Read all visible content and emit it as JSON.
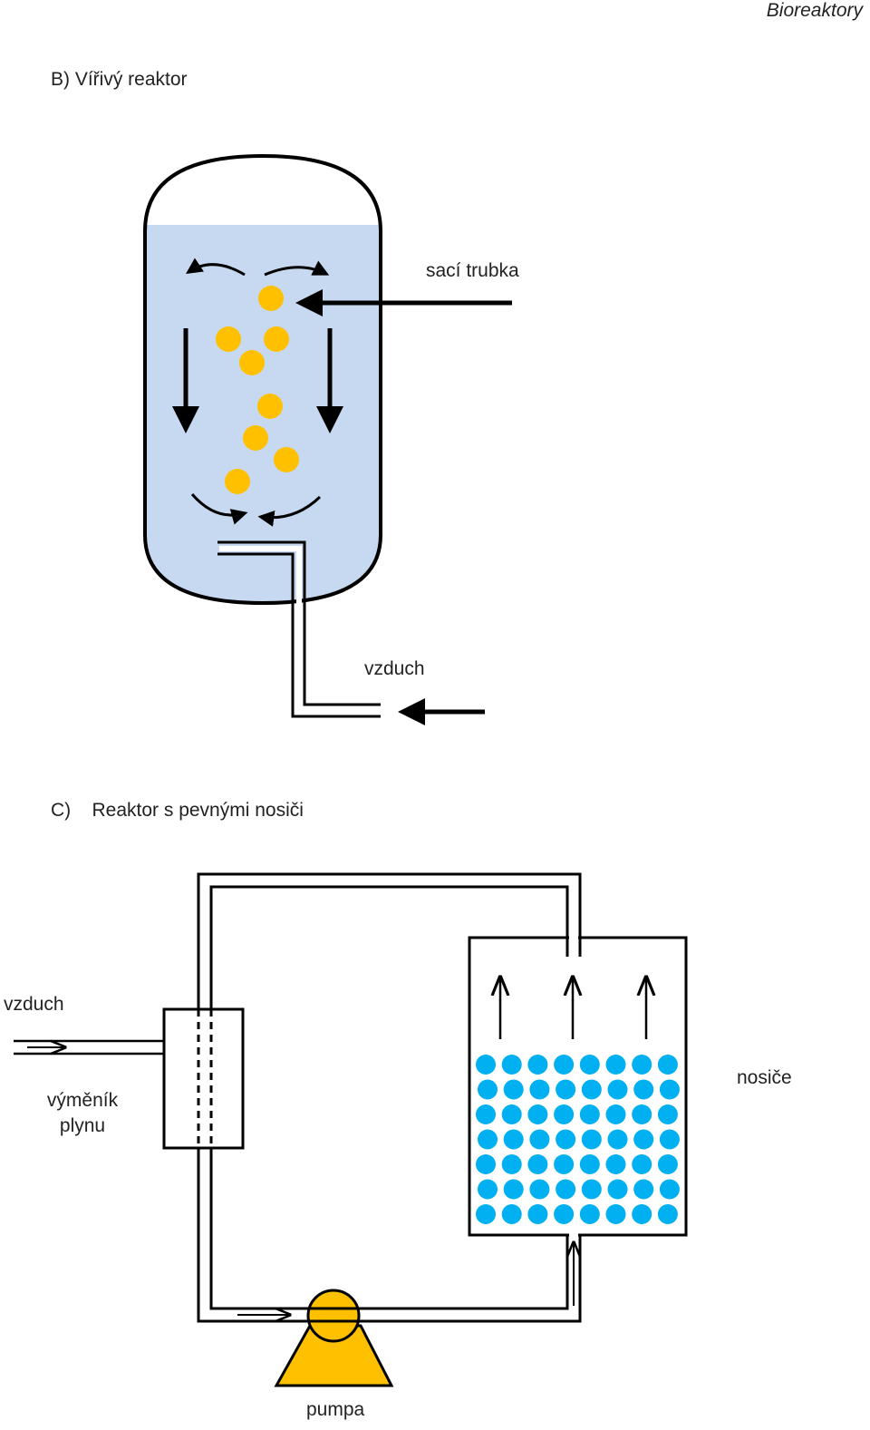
{
  "header": {
    "title": "Bioreaktory"
  },
  "section_b": {
    "title": "B) Vířivý reaktor",
    "label_suction_tube": "sací trubka",
    "label_air": "vzduch"
  },
  "section_c": {
    "title": "C)    Reaktor s pevnými nosiči",
    "label_air": "vzduch",
    "label_exchanger": "výměník plynu",
    "label_carriers": "nosiče",
    "label_pump": "pumpa"
  },
  "colors": {
    "liquid": "#c6d9f0",
    "bubble": "#ffc000",
    "carrier": "#00b0f0",
    "pump": "#ffc000",
    "outline": "#000000"
  }
}
